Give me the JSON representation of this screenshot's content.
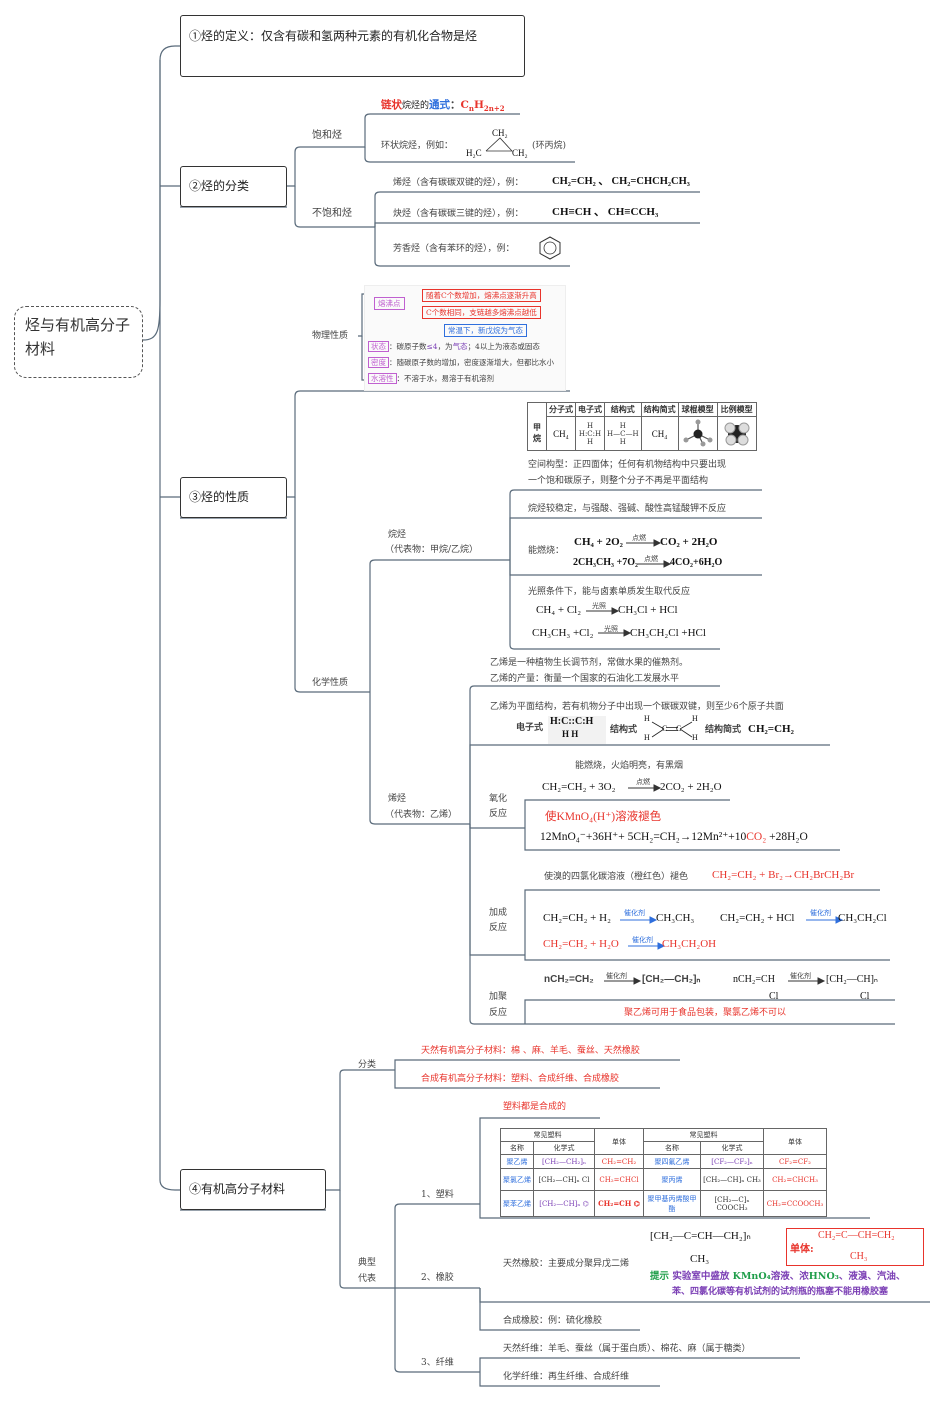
{
  "root": {
    "label": "烃与有机高分子材料"
  },
  "defs": {
    "text": "①烃的定义：仅含有碳和氢两种元素的有机化合物是烃"
  },
  "classify": {
    "label": "②烃的分类",
    "saturated": "饱和烃",
    "chain_a": "链状",
    "chain_b": "烷烃的",
    "chain_c": "通式",
    "chain_d": "：",
    "formula_c": "C",
    "formula_sub1": "n",
    "formula_h": "H",
    "formula_sub2": "2n+2",
    "cyclo": "环状烷烃，例如：",
    "cyclo_name": "(环丙烷)",
    "cyclo_ch2": "CH₂",
    "cyclo_h2c": "H₂C",
    "cyclo_ch2b": "CH₂",
    "unsaturated": "不饱和烃",
    "alkene": "烯烃（含有碳碳双键的烃），例：",
    "alkene_ex": "CH₂=CH₂ 、 CH₂=CHCH₂CH₃",
    "alkyne": "炔烃（含有碳碳三键的烃），例：",
    "alkyne_ex": "CH≡CH 、 CH≡CCH₃",
    "arom": "芳香烃（含有苯环的烃），例："
  },
  "props": {
    "label": "③烃的性质",
    "physical": "物理性质",
    "bp_label": "熔沸点",
    "bp1": "随着C个数增加，熔沸点逐渐升高",
    "bp2": "C个数相同，支链越多熔沸点越低",
    "bp3": "常温下，新戊烷为气态",
    "state_label": "状态",
    "state_a": "：碳原子数",
    "state_b": "≤4",
    "state_c": "，为",
    "state_d": "气态",
    "state_e": "；4以上为液态或固态",
    "density_label": "密度",
    "density_text": "：随碳原子数的增加，密度逐渐增大，但都比水小",
    "sol_label": "水溶性",
    "sol_text": "：不溶于水，易溶于有机溶剂",
    "chemical": "化学性质",
    "alkane": "烷烃",
    "alkane_rep": "（代表物：甲烷/乙烷）",
    "methane_table": {
      "headers": [
        "分子式",
        "电子式",
        "结构式",
        "结构简式",
        "球棍模型",
        "比例模型"
      ],
      "row_label": "甲烷",
      "formula": "CH₄",
      "simple": "CH₄",
      "elec": "H:C:H",
      "elec_h": "H",
      "struct": "H—C—H",
      "struct_h": "H"
    },
    "space1": "空间构型：正四面体；任何有机物结构中只要出现",
    "space2": "一个饱和碳原子，则整个分子不再是平面结构",
    "stable": "烷烃较稳定，与强酸、强碱、酸性高锰酸钾不反应",
    "burn": "能燃烧：",
    "burn_eq1_l": "CH₄ + 2O₂",
    "burn_eq1_r": "CO₂ + 2H₂O",
    "burn_cond": "点燃",
    "burn_eq2_l": "2CH₃CH₃ +7O₂",
    "burn_eq2_r": "4CO₂+6H₂O",
    "subst": "光照条件下，能与卤素单质发生取代反应",
    "sub_eq1_l": "CH₄ + Cl₂",
    "sub_eq1_r": "CH₃Cl + HCl",
    "sub_cond": "光照",
    "sub_eq2_l": "CH₃CH₃ +Cl₂",
    "sub_eq2_r": "CH₃CH₂Cl +HCl",
    "alkene": "烯烃",
    "alkene_rep": "（代表物：乙烯）",
    "eth1": "乙烯是一种植物生长调节剂，常做水果的催熟剂。",
    "eth2": "乙烯的产量：衡量一个国家的石油化工发展水平",
    "plane": "乙烯为平面结构，若有机物分子中出现一个碳碳双键，则至少6个原子共面",
    "elec_label": "电子式",
    "elec_formula": "H:C::C:H",
    "elec_h": "H  H",
    "struct_label": "结构式",
    "simple_label": "结构简式",
    "simple_formula": "CH₂=CH₂",
    "oxid": "氧化",
    "oxid2": "反应",
    "flame": "能燃烧，火焰明亮，有黑烟",
    "ox_eq_l": "CH₂=CH₂ + 3O₂",
    "ox_eq_r": "2CO₂ + 2H₂O",
    "ox_cond": "点燃",
    "kmno4": "使KMnO₄(H⁺)溶液褪色",
    "kmno4_eq_a": "12MnO₄⁻+36H⁺+ 5CH₂=CH₂→12Mn²⁺+10",
    "kmno4_eq_b": "CO₂",
    "kmno4_eq_c": " +28H₂O",
    "addn": "加成",
    "addn2": "反应",
    "br_text": "使溴的四氯化碳溶液（橙红色）褪色",
    "br_eq": "CH₂=CH₂ + Br₂→CH₂BrCH₂Br",
    "add_eq1_l": "CH₂=CH₂ + H₂",
    "add_eq1_r": "CH₃CH₃",
    "add_eq2_l": "CH₂=CH₂ + HCl",
    "add_eq2_r": "CH₃CH₂Cl",
    "add_eq3_l": "CH₂=CH₂ + H₂O",
    "add_eq3_r": "CH₃CH₂OH",
    "catalyst": "催化剂",
    "poly": "加聚",
    "poly2": "反应",
    "poly_eq1_l": "nCH₂=CH₂",
    "poly_eq1_r": "[CH₂—CH₂]ₙ",
    "poly_eq2_l": "nCH₂=CH",
    "poly_eq2_r": "[CH₂—CH]ₙ",
    "cl": "Cl",
    "poly_note": "聚乙烯可用于食品包装，聚氯乙烯不可以"
  },
  "polymer": {
    "label": "④有机高分子材料",
    "cls": "分类",
    "natural": "天然有机高分子材料：棉 、麻、羊毛、蚕丝、天然橡胶",
    "synthetic": "合成有机高分子材料：塑料、合成纤维、合成橡胶",
    "typical": "典型",
    "typical2": "代表",
    "plastic": "1、塑料",
    "plastic_note": "塑料都是合成的",
    "plastic_table": {
      "h_common": "常见塑料",
      "h_mono": "单体",
      "h_name": "名称",
      "h_formula": "化学式",
      "left_rows": [
        {
          "name": "聚乙烯",
          "formula": "[CH₂—CH₂]ₙ",
          "mono": "CH₂=CH₂"
        },
        {
          "name": "聚氯乙烯",
          "formula": "[CH₂—CH]ₙ Cl",
          "mono": "CH₂=CHCl"
        },
        {
          "name": "聚苯乙烯",
          "formula": "[CH₂—CH]ₙ ⌬",
          "mono": "CH₂=CH ⌬"
        }
      ],
      "right_rows": [
        {
          "name": "聚四氟乙烯",
          "formula": "[CF₂—CF₂]ₙ",
          "mono": "CF₂=CF₂"
        },
        {
          "name": "聚丙烯",
          "formula": "[CH₂—CH]ₙ CH₃",
          "mono": "CH₂=CHCH₃"
        },
        {
          "name": "聚甲基丙烯酸甲酯",
          "formula": "[CH₂—C]ₙ COOCH₃",
          "mono": "CH₂=CCOOCH₃"
        }
      ]
    },
    "rubber": "2、橡胶",
    "nat_rubber": "天然橡胶：主要成分聚异戊二烯",
    "rub_formula": "[CH₂—C=CH—CH₂]ₙ",
    "rub_ch3": "CH₃",
    "mono_label": "单体:",
    "mono_formula": "CH₂=C—CH=CH₂",
    "mono_ch3": "CH₃",
    "tip_a": "提示",
    "tip_b": " 实验室中盛放 ",
    "tip_c": "KMnO₄",
    "tip_d": "溶液、浓",
    "tip_e": "HNO₃",
    "tip_f": "、液溴、汽油、",
    "tip_g": "苯、四氯化碳等有机试剂的试剂瓶的瓶塞不能用橡胶塞",
    "syn_rubber": "合成橡胶：例：硫化橡胶",
    "fiber": "3、纤维",
    "nat_fiber": "天然纤维：羊毛、蚕丝（属于蛋白质）、棉花、麻（属于糖类）",
    "chem_fiber": "化学纤维：再生纤维、合成纤维"
  }
}
